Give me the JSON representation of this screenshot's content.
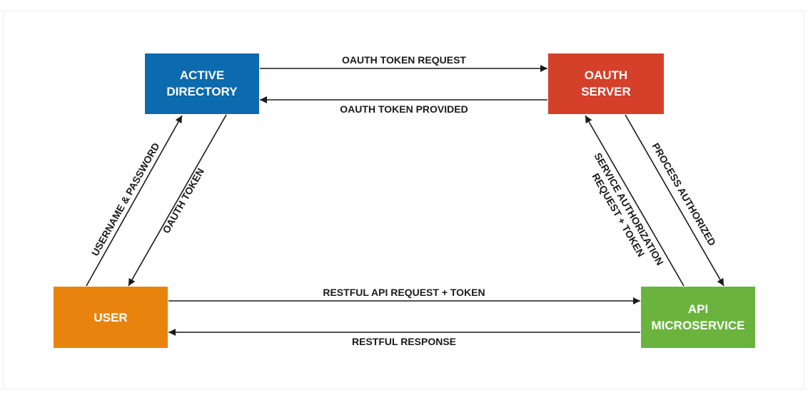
{
  "nodes": {
    "active_directory": {
      "line1": "ACTIVE",
      "line2": "DIRECTORY",
      "color": "#0c6aae"
    },
    "oauth_server": {
      "line1": "OAUTH",
      "line2": "SERVER",
      "color": "#d4402a"
    },
    "user": {
      "line1": "USER",
      "color": "#e8840e"
    },
    "api_microservice": {
      "line1": "API",
      "line2": "MICROSERVICE",
      "color": "#6ab43e"
    }
  },
  "edges": {
    "oauth_token_request": "OAUTH TOKEN REQUEST",
    "oauth_token_provided": "OAUTH TOKEN PROVIDED",
    "username_password": "USERNAME & PASSWORD",
    "oauth_token": "OAUTH TOKEN",
    "service_authorization_line1": "SERVICE AUTHORIZATION",
    "service_authorization_line2": "REQUEST + TOKEN",
    "process_authorized": "PROCESS AUTHORIZED",
    "restful_api_request": "RESTFUL API REQUEST + TOKEN",
    "restful_response": "RESTFUL RESPONSE"
  }
}
